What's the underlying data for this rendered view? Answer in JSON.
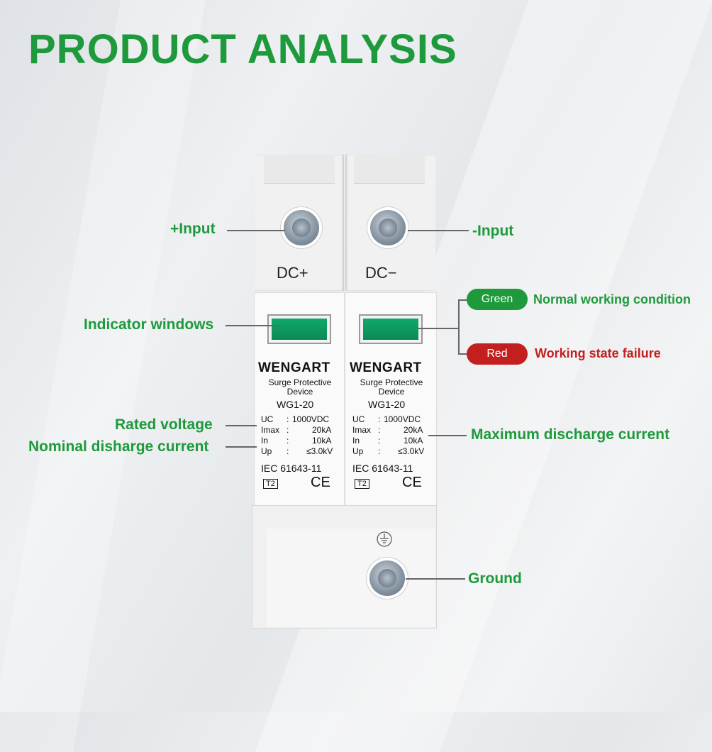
{
  "title": "PRODUCT ANALYSIS",
  "terminals": {
    "plus": "DC+",
    "minus": "DC−"
  },
  "device": {
    "brand": "WENGART",
    "type_line1": "Surge Protective",
    "type_line2": "Device",
    "model": "WG1-20",
    "specs": [
      {
        "key": "UC",
        "sep": ":",
        "value": "1000VDC"
      },
      {
        "key": "Imax",
        "sep": ":",
        "value": "20kA"
      },
      {
        "key": "In",
        "sep": ":",
        "value": "10kA"
      },
      {
        "key": "Up",
        "sep": ":",
        "value": "≤3.0kV"
      }
    ],
    "standard": "IEC 61643-11",
    "class": "T2",
    "mark": "CE"
  },
  "labels": {
    "plus_input": "+Input",
    "minus_input": "-Input",
    "indicator": "Indicator windows",
    "rated_voltage": "Rated voltage",
    "nominal_current": "Nominal disharge current",
    "max_current": "Maximum discharge current",
    "ground": "Ground"
  },
  "status": {
    "green_pill": "Green",
    "green_desc": "Normal working condition",
    "red_pill": "Red",
    "red_desc": "Working state failure"
  },
  "colors": {
    "accent_green": "#1e9a3c",
    "alert_red": "#c41f1f",
    "indicator": "#0a8a55"
  }
}
